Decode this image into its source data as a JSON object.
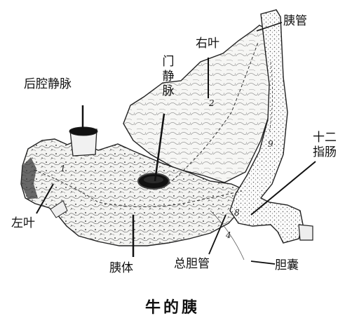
{
  "figure": {
    "caption": "牛的胰",
    "labels": {
      "pancreatic_duct": "胰管",
      "right_lobe": "右叶",
      "portal_vein": "门静脉",
      "caudal_vena_cava": "后腔静脉",
      "duodenum": "十二指肠",
      "left_lobe": "左叶",
      "pancreas_body": "胰体",
      "common_bile_duct": "总胆管",
      "gallbladder": "胆囊"
    },
    "numerals": [
      "1",
      "2",
      "4",
      "8",
      "9"
    ]
  }
}
